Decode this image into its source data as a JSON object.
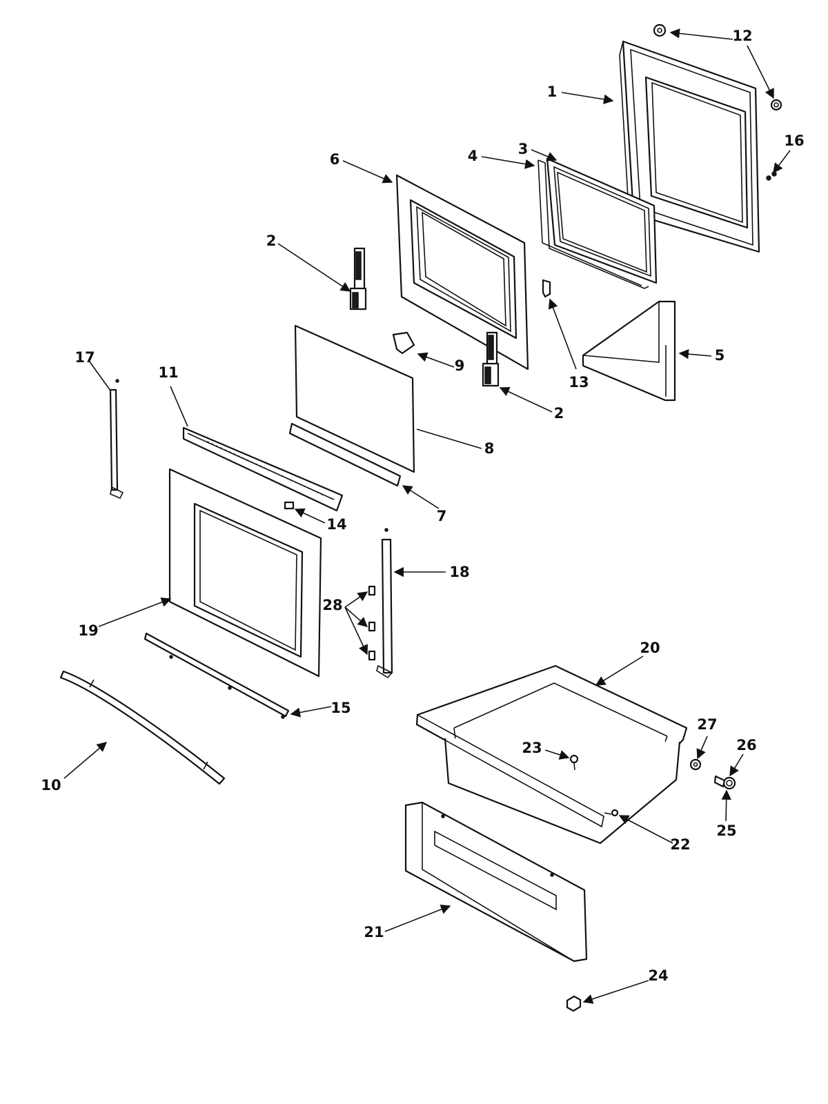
{
  "diagram": {
    "callouts": {
      "c1": "1",
      "c2a": "2",
      "c2b": "2",
      "c3": "3",
      "c4": "4",
      "c5": "5",
      "c6": "6",
      "c7": "7",
      "c8": "8",
      "c9": "9",
      "c10": "10",
      "c11": "11",
      "c12": "12",
      "c13": "13",
      "c14": "14",
      "c15": "15",
      "c16": "16",
      "c17": "17",
      "c18": "18",
      "c19": "19",
      "c20": "20",
      "c21": "21",
      "c22": "22",
      "c23": "23",
      "c24": "24",
      "c25": "25",
      "c26": "26",
      "c27": "27",
      "c28": "28"
    }
  }
}
